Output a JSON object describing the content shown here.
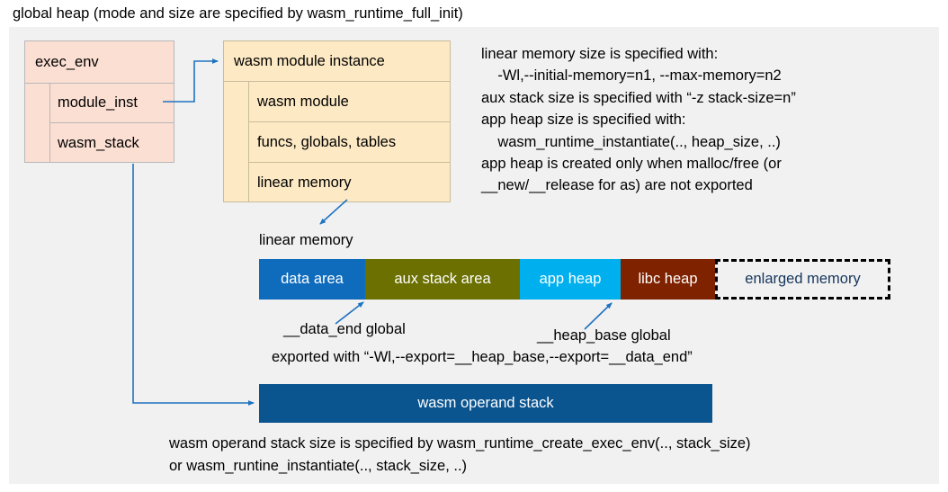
{
  "title": "global heap (mode and size are specified by wasm_runtime_full_init)",
  "exec_env": {
    "title": "exec_env",
    "rows": [
      {
        "label": "module_inst"
      },
      {
        "label": "wasm_stack"
      }
    ]
  },
  "wasm_module_instance": {
    "title": "wasm module instance",
    "rows": [
      {
        "label": "wasm module"
      },
      {
        "label": "funcs, globals, tables"
      },
      {
        "label": "linear memory"
      }
    ]
  },
  "note": "linear memory size is specified with:\n    -Wl,--initial-memory=n1, --max-memory=n2\naux stack size is specified with “-z stack-size=n”\napp heap size is specified with:\n    wasm_runtime_instantiate(.., heap_size, ..)\napp heap is created only when malloc/free (or\n__new/__release for as) are not exported",
  "linear_memory": {
    "caption": "linear memory",
    "segments": [
      {
        "label": "data area",
        "color": "#0f6cbd",
        "text_color": "#ffffff",
        "width": 118
      },
      {
        "label": "aux stack area",
        "color": "#6b7000",
        "text_color": "#ffffff",
        "width": 172
      },
      {
        "label": "app heap",
        "color": "#00b0ee",
        "text_color": "#ffffff",
        "width": 112
      },
      {
        "label": "libc heap",
        "color": "#7f2200",
        "text_color": "#ffffff",
        "width": 105
      },
      {
        "label": "enlarged memory",
        "color": "#f1f1f1",
        "text_color": "#16365c",
        "width": 195
      }
    ]
  },
  "annotations": {
    "data_end": "__data_end global",
    "heap_base": "__heap_base global",
    "exported": "exported with “-Wl,--export=__heap_base,--export=__data_end”"
  },
  "operand_stack": {
    "label": "wasm operand stack",
    "note": "wasm operand stack size is specified by wasm_runtime_create_exec_env(.., stack_size)\nor wasm_runtine_instantiate(.., stack_size, ..)"
  },
  "colors": {
    "panel_background": "#f1f1f1",
    "exec_env_fill": "#fbdfd3",
    "module_instance_fill": "#fdeac4",
    "operand_stack_fill": "#0a548f",
    "connector": "#1f72c0"
  }
}
